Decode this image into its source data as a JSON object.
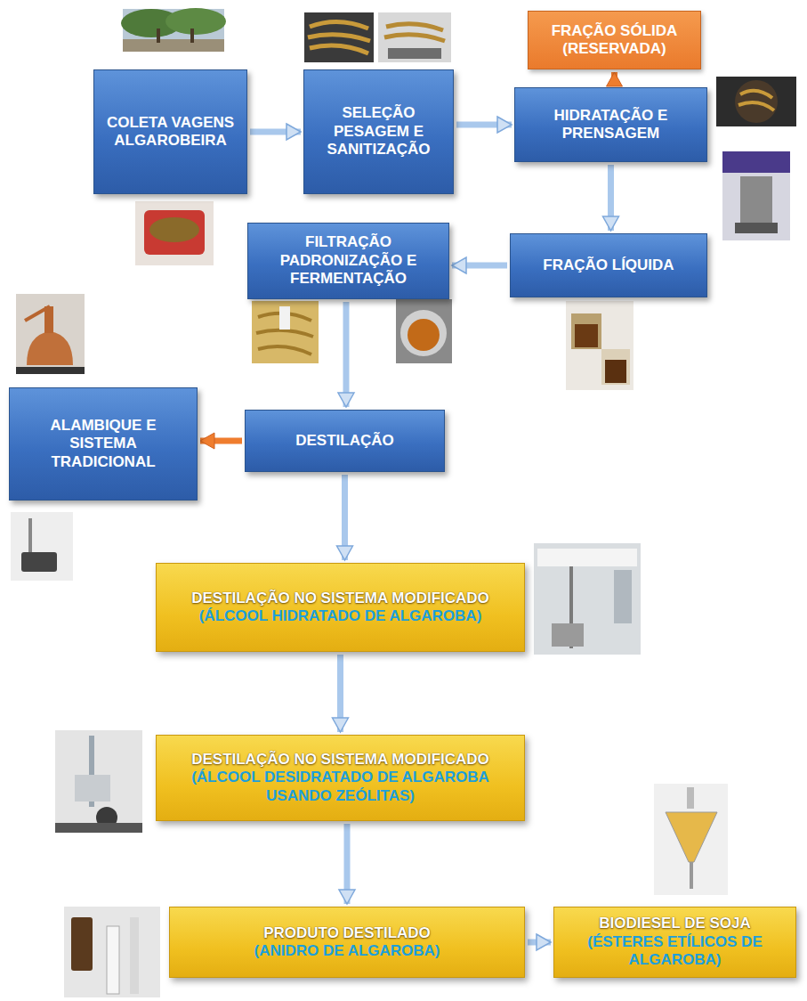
{
  "diagram": {
    "nodes": [
      {
        "text": [
          "COLETA VAGENS ALGAROBEIRA"
        ]
      },
      {
        "text": [
          "SELEÇÃO PESAGEM E SANITIZAÇÃO"
        ]
      },
      {
        "text": [
          "FRAÇÃO SÓLIDA (RESERVADA)"
        ]
      },
      {
        "text": [
          "HIDRATAÇÃO E PRENSAGEM"
        ]
      },
      {
        "text": [
          "FILTRAÇÃO PADRONIZAÇÃO E FERMENTAÇÃO"
        ]
      },
      {
        "text": [
          "FRAÇÃO LÍQUIDA"
        ]
      },
      {
        "text": [
          "ALAMBIQUE E SISTEMA TRADICIONAL"
        ]
      },
      {
        "text": [
          "DESTILAÇÃO"
        ]
      },
      {
        "text": [
          "DESTILAÇÃO NO SISTEMA MODIFICADO",
          "(ÁLCOOL HIDRATADO DE ALGAROBA)"
        ]
      },
      {
        "text": [
          "DESTILAÇÃO NO SISTEMA MODIFICADO",
          "(ÁLCOOL DESIDRATADO DE ALGAROBA USANDO ZEÓLITAS)"
        ]
      },
      {
        "text": [
          "PRODUTO DESTILADO",
          "(ANIDRO DE ALGAROBA)"
        ]
      },
      {
        "text": [
          "BIODIESEL DE SOJA",
          "(ÉSTERES ETÍLICOS DE ALGAROBA)"
        ]
      }
    ],
    "edges": [
      {
        "from": 0,
        "to": 1,
        "arrow": "to"
      },
      {
        "from": 1,
        "to": 3,
        "arrow": "to"
      },
      {
        "from": 3,
        "to": 2,
        "arrow": "to"
      },
      {
        "from": 3,
        "to": 5,
        "arrow": "to"
      },
      {
        "from": 5,
        "to": 4,
        "arrow": "to"
      },
      {
        "from": 4,
        "to": 7,
        "arrow": "to"
      },
      {
        "from": 7,
        "to": 6,
        "arrow": "to"
      },
      {
        "from": 7,
        "to": 8,
        "arrow": "to"
      },
      {
        "from": 8,
        "to": 9,
        "arrow": "to"
      },
      {
        "from": 9,
        "to": 10,
        "arrow": "to"
      },
      {
        "from": 10,
        "to": 11,
        "arrow": "to"
      }
    ]
  }
}
